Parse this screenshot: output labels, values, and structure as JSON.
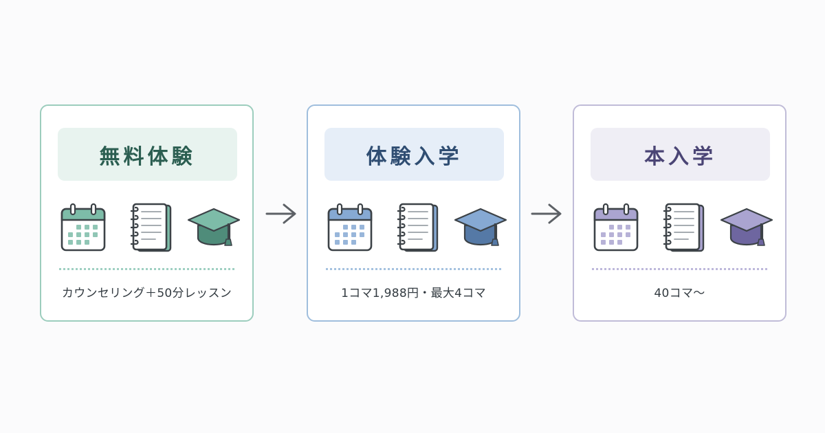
{
  "steps": [
    {
      "title": "無料体験",
      "description": "カウンセリング＋50分レッスン",
      "colors": {
        "border": "#9ccdbd",
        "title_bg": "#e8f3ef",
        "title_fg": "#2b5e51",
        "accent": "#7dbca8",
        "accent_dark": "#4f8c7a",
        "dot": "#9fd0c2"
      },
      "icons": [
        "calendar-icon",
        "notebook-icon",
        "graduation-cap-icon"
      ]
    },
    {
      "title": "体験入学",
      "description": "1コマ1,988円・最大4コマ",
      "colors": {
        "border": "#9fbedd",
        "title_bg": "#e6eef8",
        "title_fg": "#2f4d72",
        "accent": "#86a9d3",
        "accent_dark": "#5579a6",
        "dot": "#a5c2e0"
      },
      "icons": [
        "calendar-icon",
        "notebook-icon",
        "graduation-cap-icon"
      ]
    },
    {
      "title": "本入学",
      "description": "40コマ～",
      "colors": {
        "border": "#c0bcd8",
        "title_bg": "#efeef5",
        "title_fg": "#4b4575",
        "accent": "#aaa4d0",
        "accent_dark": "#6e66a0",
        "dot": "#bdb8db"
      },
      "icons": [
        "calendar-icon",
        "notebook-icon",
        "graduation-cap-icon"
      ]
    }
  ],
  "arrow_color": "#5d6166"
}
